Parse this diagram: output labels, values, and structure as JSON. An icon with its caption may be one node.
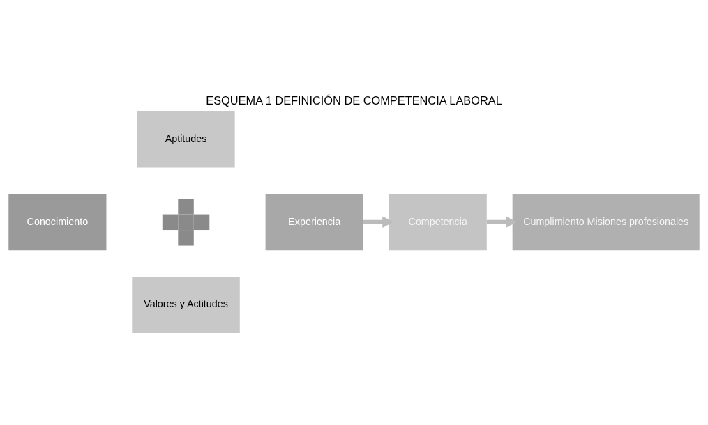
{
  "diagram": {
    "title": "ESQUEMA 1 DEFINICIÓN DE COMPETENCIA LABORAL",
    "nodes": [
      {
        "text": [
          "Aptitudes"
        ]
      },
      {
        "text": [
          "Conocimiento"
        ]
      },
      {
        "text": [],
        "shape": "plus"
      },
      {
        "text": [
          "Experiencia"
        ]
      },
      {
        "text": [
          "Competencia"
        ]
      },
      {
        "text": [
          "Cumplimiento Misiones profesionales"
        ]
      },
      {
        "text": [
          "Valores y Actitudes"
        ]
      }
    ],
    "edges": [
      {
        "from": 3,
        "to": 4,
        "arrow": "to"
      },
      {
        "from": 4,
        "to": 5,
        "arrow": "to"
      }
    ]
  }
}
